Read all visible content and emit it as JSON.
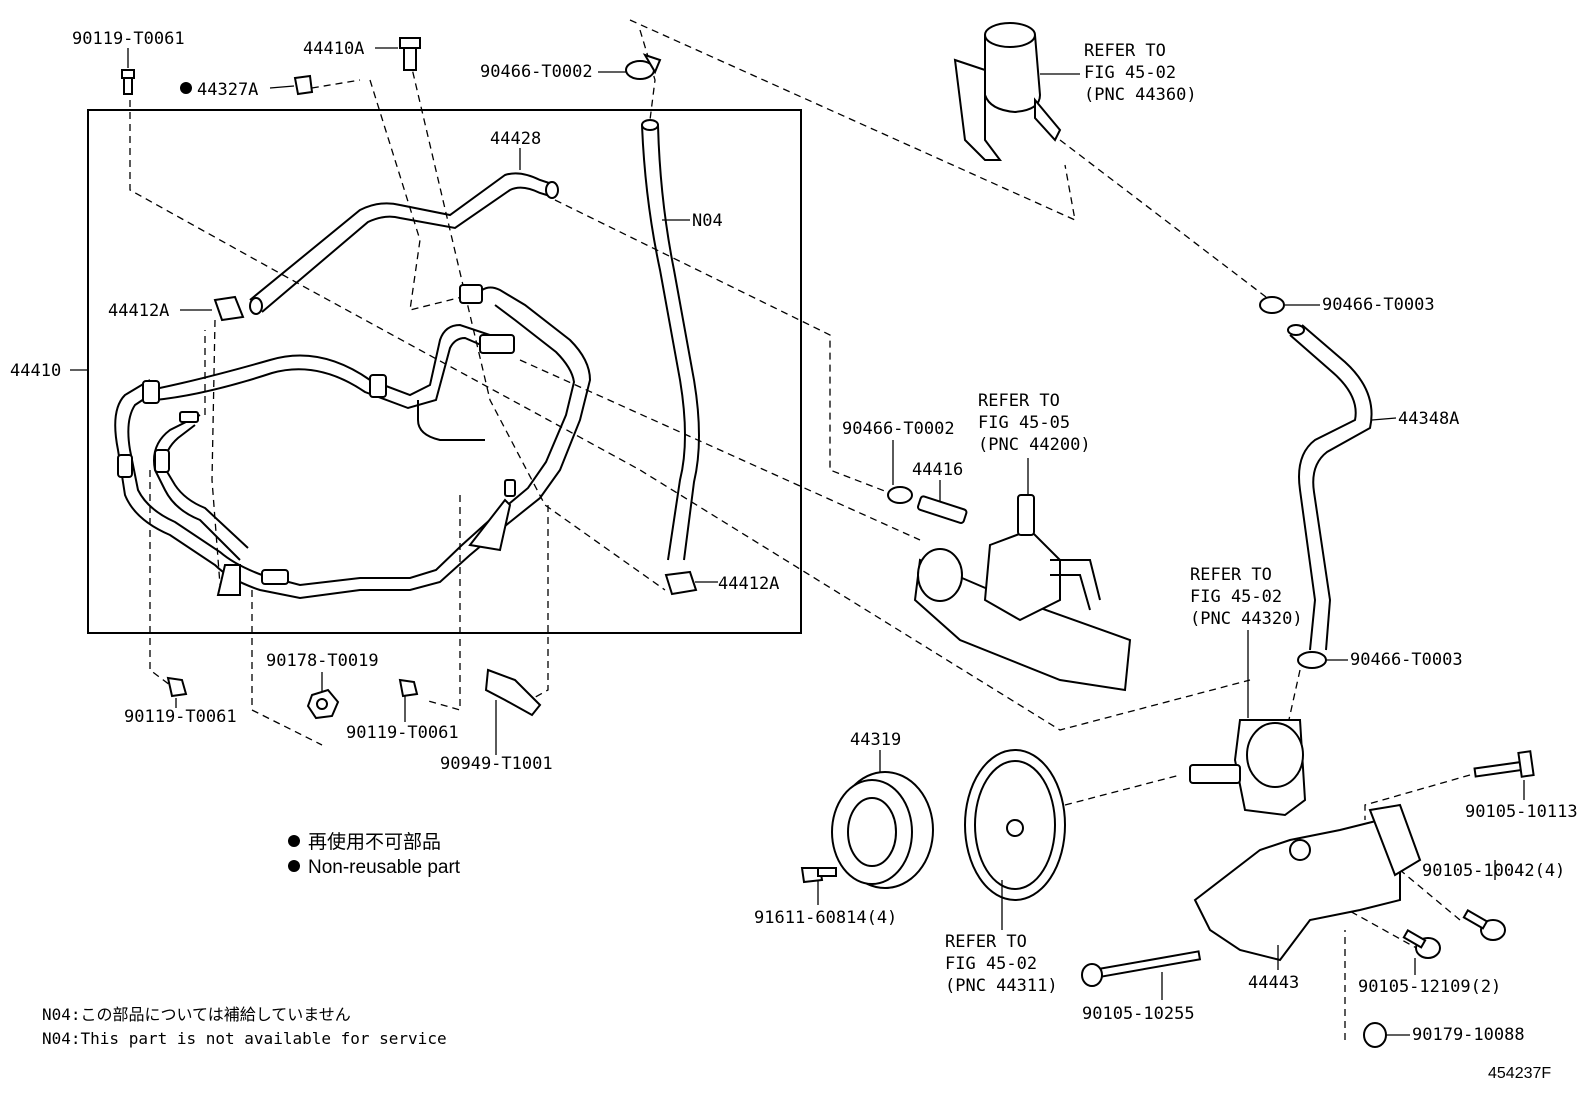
{
  "labels": {
    "p90119_top": "90119-T0061",
    "p44410A": "44410A",
    "p44327A": "44327A",
    "p90466_T0002_top": "90466-T0002",
    "p44428": "44428",
    "pN04": "N04",
    "p44412A_left": "44412A",
    "p44410": "44410",
    "p44412A_right": "44412A",
    "p90466_T0003_top": "90466-T0003",
    "p44348A": "44348A",
    "p90466_T0003_bot": "90466-T0003",
    "p90466_T0002_mid": "90466-T0002",
    "p44416": "44416",
    "p90119_left": "90119-T0061",
    "p90178": "90178-T0019",
    "p90119_mid": "90119-T0061",
    "p90949": "90949-T1001",
    "p44319": "44319",
    "p91611": "91611-60814(4)",
    "p90105_10113": "90105-10113",
    "p90105_10042": "90105-10042(4)",
    "p90105_12109": "90105-12109(2)",
    "p90105_10255": "90105-10255",
    "p44443": "44443",
    "p90179": "90179-10088"
  },
  "refs": {
    "r4436": [
      "REFER TO",
      "FIG 45-02",
      "(PNC 44360)"
    ],
    "r4420": [
      "REFER TO",
      "FIG 45-05",
      "(PNC 44200)"
    ],
    "r4432": [
      "REFER TO",
      "FIG 45-02",
      "(PNC 44320)"
    ],
    "r4431": [
      "REFER TO",
      "FIG 45-02",
      "(PNC 44311)"
    ]
  },
  "legend": {
    "jp": "再使用不可部品",
    "en": "Non-reusable part"
  },
  "notes": {
    "jp": "N04:この部品については補給していません",
    "en": "N04:This part is not available for service"
  },
  "figure_id": "454237F"
}
